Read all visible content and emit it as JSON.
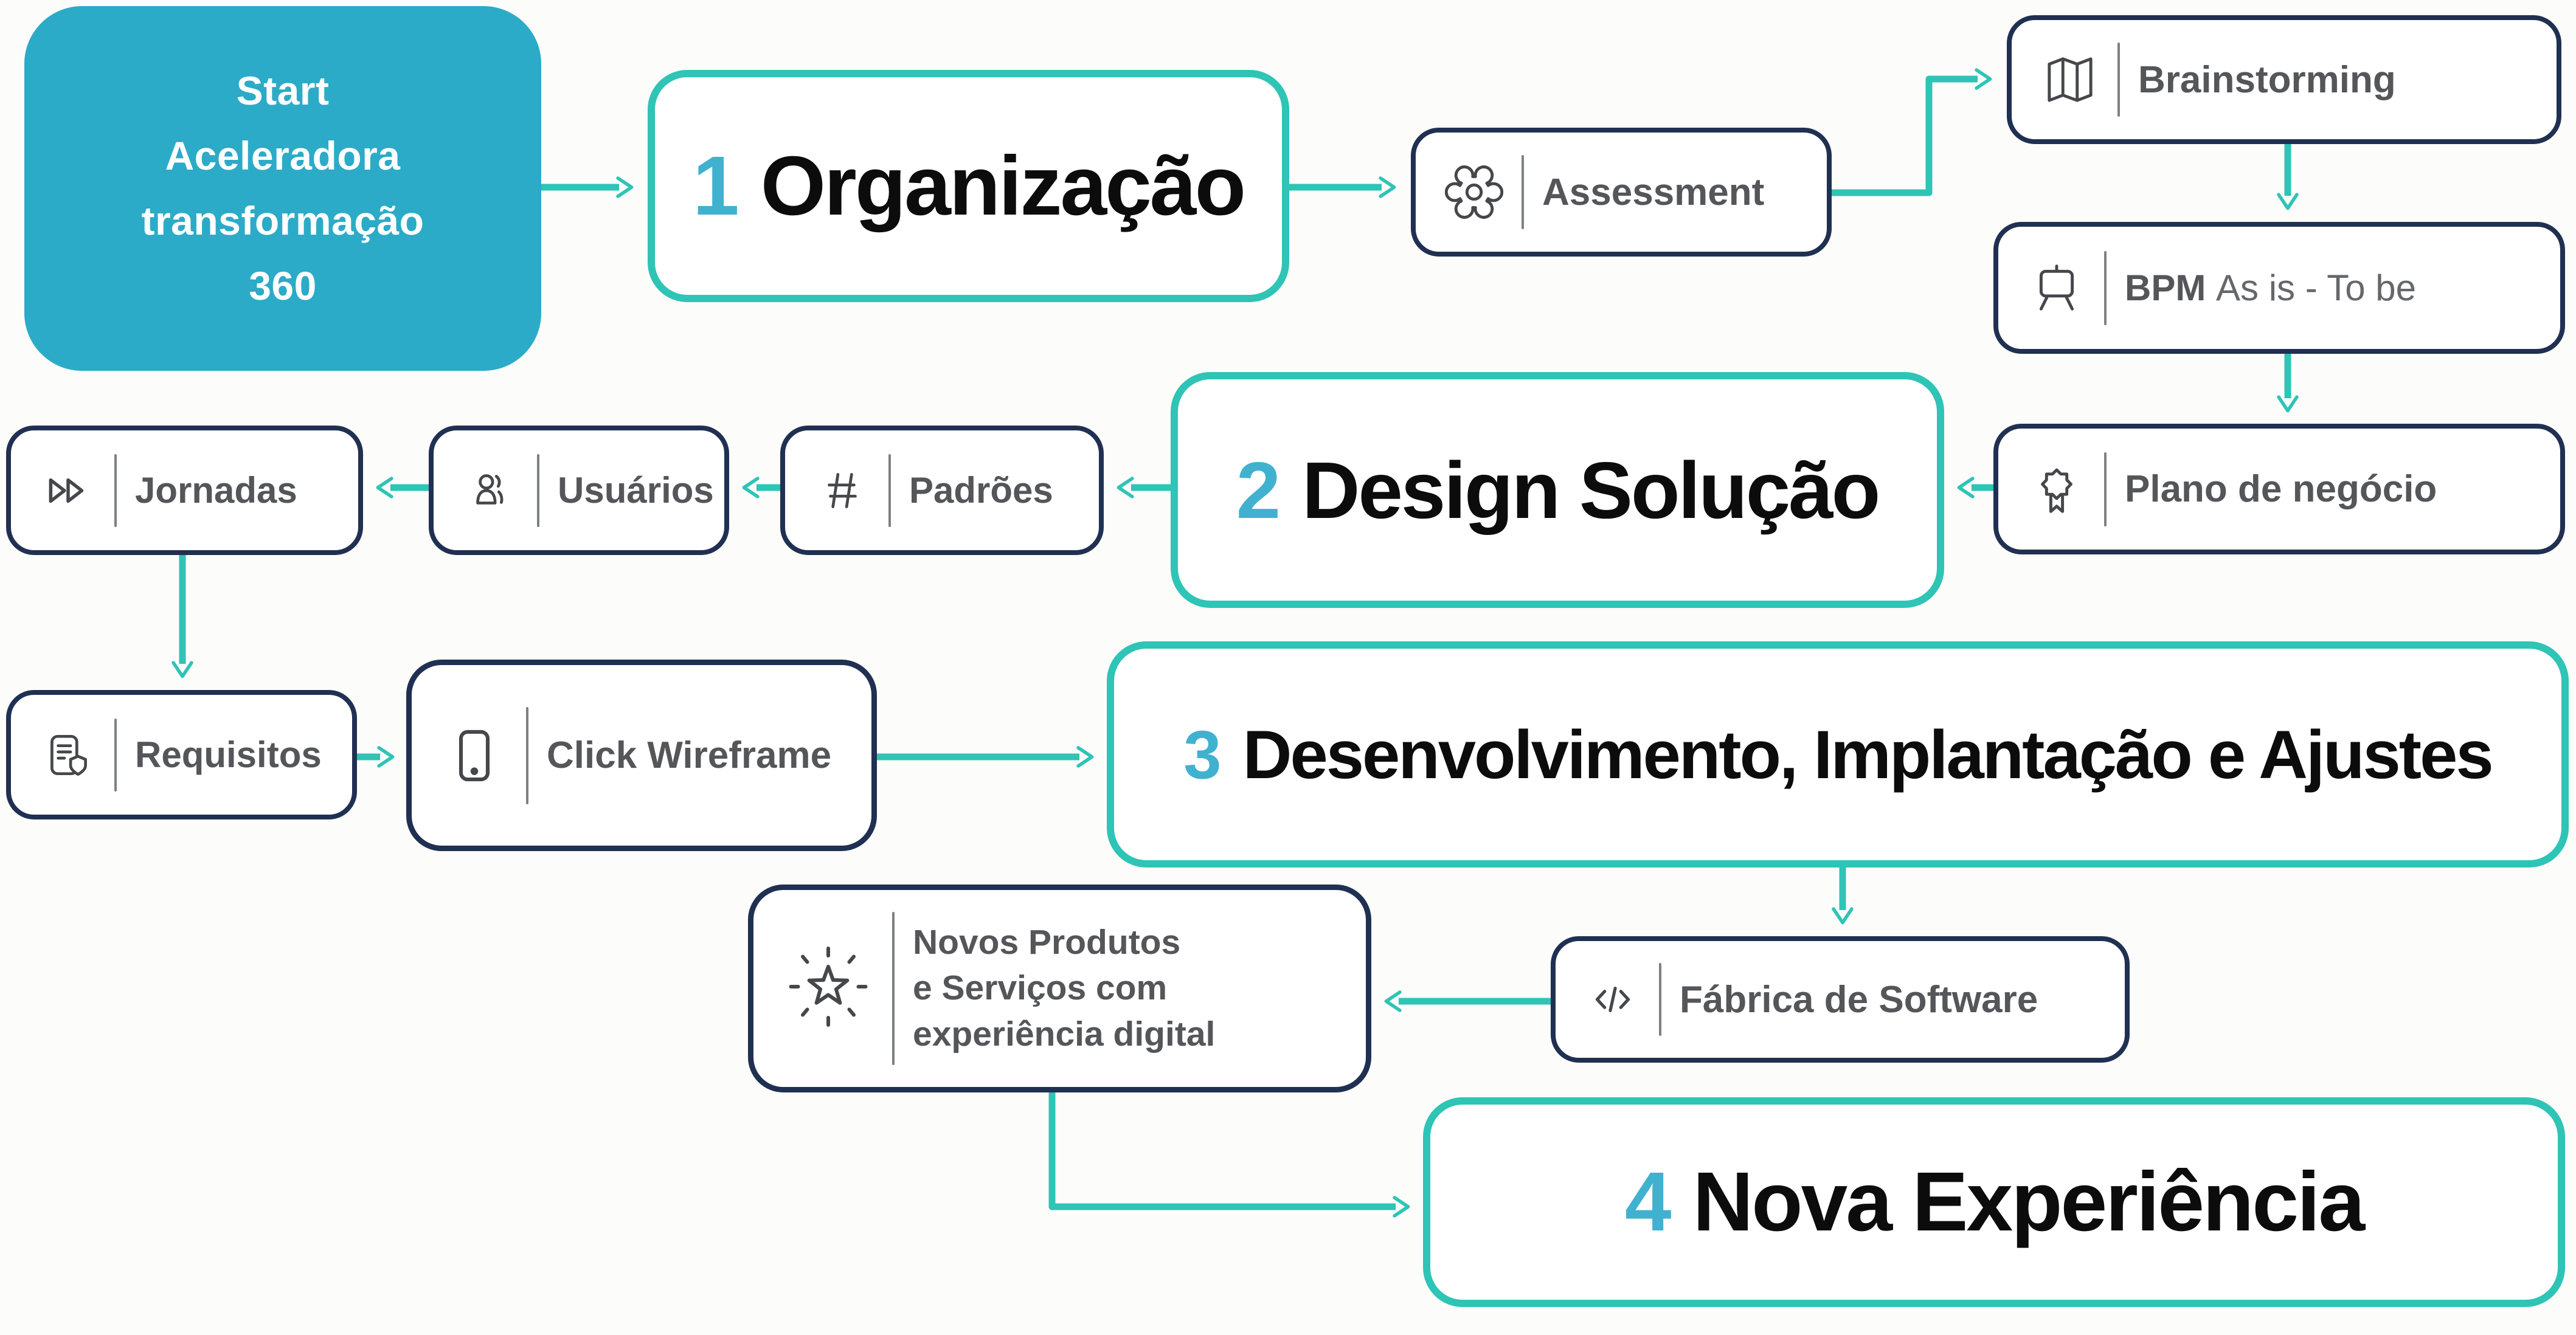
{
  "palette": {
    "start_fill": "#2BABC7",
    "teal_accent": "#2EC4B6",
    "navy_border": "#203052",
    "number_blue": "#41B1D0",
    "label_gray": "#55565A",
    "title_black": "#0c0c0c"
  },
  "start": {
    "lines": [
      "Start",
      "Aceleradora",
      "transformação",
      "360"
    ]
  },
  "stages": {
    "s1": {
      "number": "1",
      "label": "Organização"
    },
    "s2": {
      "number": "2",
      "label": "Design Solução"
    },
    "s3": {
      "number": "3",
      "label": "Desenvolvimento, Implantação e Ajustes"
    },
    "s4": {
      "number": "4",
      "label": "Nova Experiência"
    }
  },
  "nodes": {
    "assessment": {
      "icon": "gear-icon",
      "label": "Assessment"
    },
    "brainstorming": {
      "icon": "folded-map-icon",
      "label": "Brainstorming"
    },
    "bpm": {
      "icon": "easel-icon",
      "label_bold": "BPM",
      "label_rest": "As is - To be"
    },
    "plano": {
      "icon": "award-ribbon-icon",
      "label": "Plano de negócio"
    },
    "padroes": {
      "icon": "hash-icon",
      "label": "Padrões"
    },
    "usuarios": {
      "icon": "users-icon",
      "label": "Usuários"
    },
    "jornadas": {
      "icon": "fast-forward-icon",
      "label": "Jornadas"
    },
    "requisitos": {
      "icon": "requirements-doc-icon",
      "label": "Requisitos"
    },
    "wireframe": {
      "icon": "phone-icon",
      "label": "Click Wireframe"
    },
    "fabrica": {
      "icon": "code-icon",
      "label": "Fábrica de Software"
    },
    "novos": {
      "icon": "sparkle-star-icon",
      "lines": [
        "Novos Produtos",
        "e Serviços com",
        "experiência digital"
      ]
    }
  },
  "edges": [
    "start→stage1",
    "stage1→assessment",
    "assessment→brainstorming",
    "brainstorming→bpm",
    "bpm→plano",
    "plano→stage2",
    "stage2→padroes",
    "padroes→usuarios",
    "usuarios→jornadas",
    "jornadas→requisitos",
    "requisitos→wireframe",
    "wireframe→stage3",
    "stage3→fabrica",
    "fabrica→novos",
    "novos→stage4"
  ]
}
